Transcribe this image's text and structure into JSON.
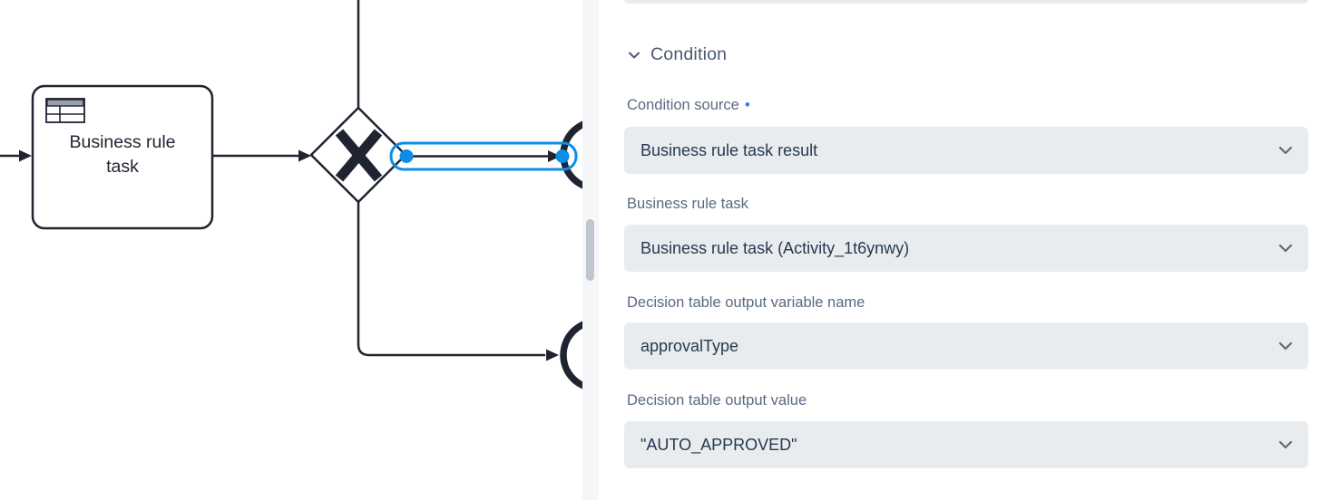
{
  "diagram": {
    "task": {
      "type": "business-rule-task",
      "label_line1": "Business rule",
      "label_line2": "task",
      "icon": "decision-table-icon"
    },
    "gateway": {
      "type": "exclusive-gateway",
      "symbol": "X"
    },
    "events": {
      "top_right": "event-circle",
      "bottom_right": "event-circle"
    },
    "selected_flow": {
      "state": "selected",
      "selection_color": "#0d8de6"
    },
    "stroke_color": "#1f2430"
  },
  "panel": {
    "section": {
      "title": "Condition",
      "icon": "chevron-down-icon",
      "expanded": true
    },
    "fields": [
      {
        "label": "Condition source",
        "required": true,
        "value": "Business rule task result"
      },
      {
        "label": "Business rule task",
        "required": false,
        "value": "Business rule task (Activity_1t6ynwy)"
      },
      {
        "label": "Decision table output variable name",
        "required": false,
        "value": "approvalType"
      },
      {
        "label": "Decision table output value",
        "required": false,
        "value": "\"AUTO_APPROVED\""
      }
    ]
  },
  "colors": {
    "select_background": "#e9ecef",
    "label_text": "#5a6a81",
    "value_text": "#263950",
    "header_text": "#4b5a71",
    "required_dot": "#2f7df6",
    "selection_blue": "#0d8de6",
    "scroll_thumb": "#c0c6cd",
    "scroll_track": "#f5f6f8",
    "diagram_stroke": "#1f2430"
  }
}
